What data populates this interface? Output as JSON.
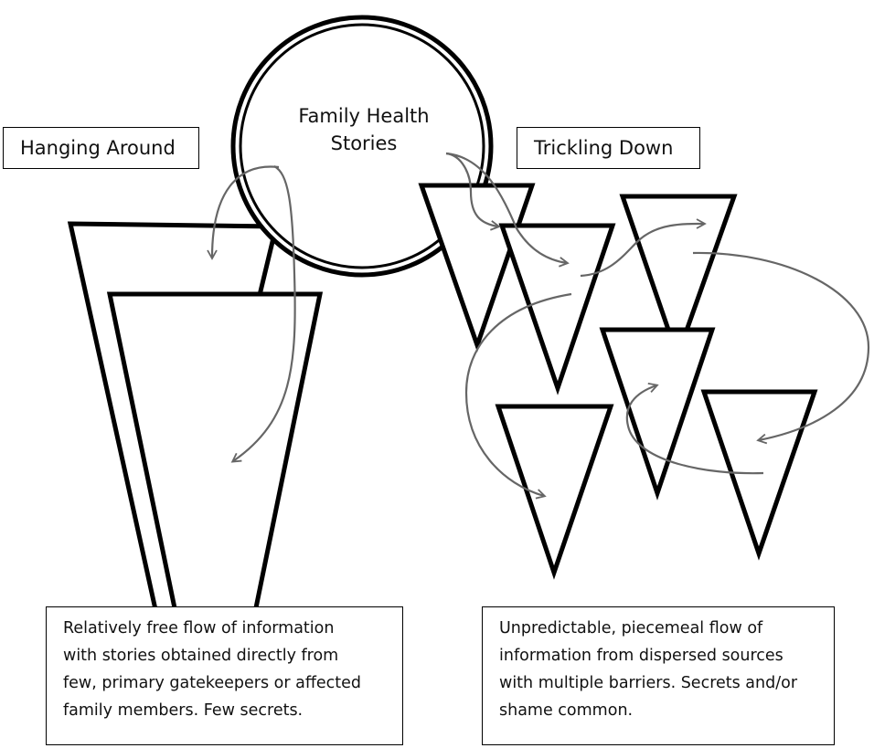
{
  "center": {
    "line1": "Family Health",
    "line2": "Stories"
  },
  "left": {
    "label": "Hanging Around",
    "description": [
      "Relatively free flow of information",
      "with stories obtained directly from",
      "few, primary gatekeepers or affected",
      "family members. Few secrets."
    ]
  },
  "right": {
    "label": "Trickling Down",
    "description": [
      "Unpredictable, piecemeal flow of",
      "information from dispersed sources",
      "with multiple barriers. Secrets and/or",
      "shame common."
    ]
  },
  "colors": {
    "stroke": "#000000",
    "arrow": "#666666",
    "background": "#ffffff"
  }
}
